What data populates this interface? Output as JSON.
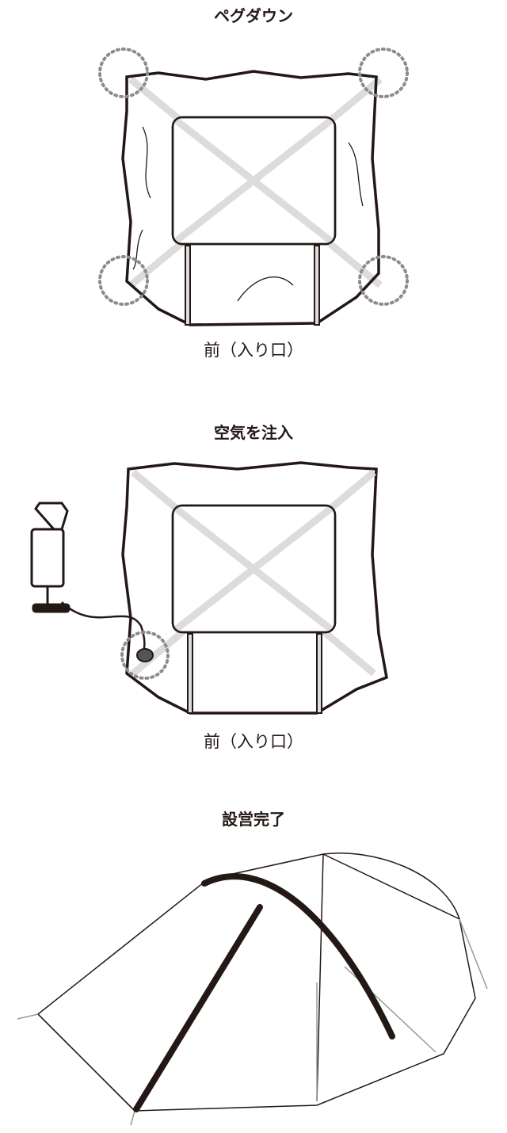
{
  "steps": [
    {
      "title": "ペグダウン",
      "caption": "前（入り口）"
    },
    {
      "title": "空気を注入",
      "caption": "前（入り口）"
    },
    {
      "title": "設営完了"
    }
  ],
  "colors": {
    "ink": "#231815",
    "frame": "#dcdcdc",
    "dotted": "#8c8c8c"
  }
}
